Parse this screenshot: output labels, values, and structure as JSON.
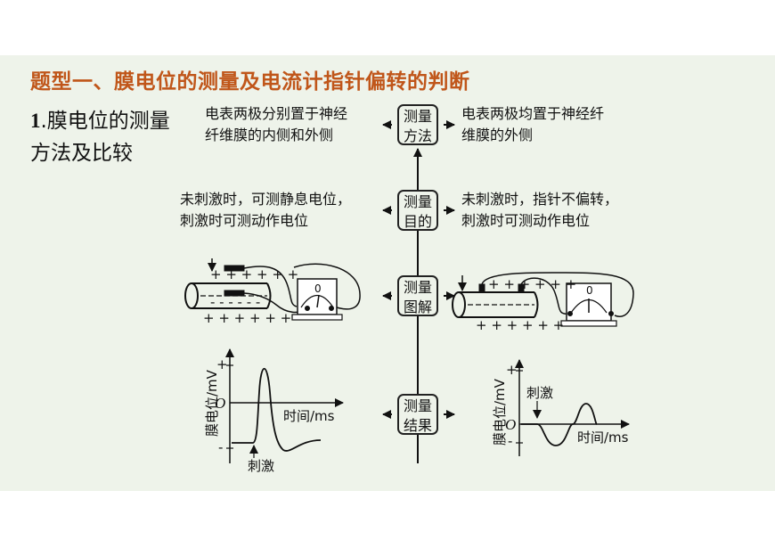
{
  "title": "题型一、膜电位的测量及电流计指针偏转的判断",
  "section": {
    "number": "1",
    "heading_line1": ".膜电位的测量",
    "heading_line2": "方法及比较"
  },
  "center_boxes": [
    {
      "line1": "测量",
      "line2": "方法"
    },
    {
      "line1": "测量",
      "line2": "目的"
    },
    {
      "line1": "测量",
      "line2": "图解"
    },
    {
      "line1": "测量",
      "line2": "结果"
    }
  ],
  "left": {
    "method": {
      "line1": "电表两极分别置于神经",
      "line2": "纤维膜的内侧和外侧"
    },
    "purpose": {
      "line1": "未刺激时，可测静息电位，",
      "line2": "刺激时可测动作电位"
    }
  },
  "right": {
    "method": {
      "line1": "电表两极均置于神经纤",
      "line2": "维膜的外侧"
    },
    "purpose": {
      "line1": "未刺激时，指针不偏转，",
      "line2": "刺激时可测动作电位"
    }
  },
  "meter_zero": "0",
  "left_graph": {
    "ylabel": "膜电位/mV",
    "xlabel": "时间/ms",
    "origin": "O",
    "plus": "+",
    "minus": "-",
    "stimulus": "刺激"
  },
  "right_graph": {
    "ylabel": "膜电位/mV",
    "xlabel": "时间/ms",
    "origin": "O",
    "plus": "+",
    "minus": "-",
    "stimulus": "刺激"
  },
  "charges": {
    "plus": "+ + + + + +",
    "minus": "- - - - - -"
  }
}
